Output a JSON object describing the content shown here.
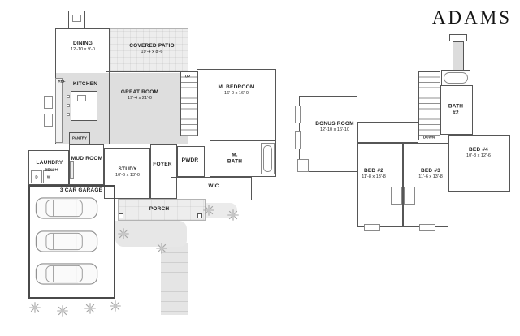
{
  "title": "ADAMS",
  "floor1": {
    "covered_patio": {
      "name": "COVERED PATIO",
      "dims": "19'-4 x 8'-6"
    },
    "dining": {
      "name": "DINING",
      "dims": "12'-10 x 9'-0"
    },
    "kitchen": {
      "name": "KITCHEN"
    },
    "ref": {
      "name": "REF"
    },
    "great_room": {
      "name": "GREAT ROOM",
      "dims": "19'-4 x 21'-0"
    },
    "up": {
      "name": "UP"
    },
    "m_bedroom": {
      "name": "M. BEDROOM",
      "dims": "16'-0 x 16'-0"
    },
    "pantry": {
      "name": "PANTRY"
    },
    "mud_room": {
      "name": "MUD ROOM"
    },
    "laundry": {
      "name": "LAUNDRY"
    },
    "bench": {
      "name": "BENCH"
    },
    "dryer": {
      "name": "D"
    },
    "washer": {
      "name": "W"
    },
    "study": {
      "name": "STUDY",
      "dims": "10'-6 x 13'-0"
    },
    "foyer": {
      "name": "FOYER"
    },
    "pwdr": {
      "name": "PWDR"
    },
    "m_bath": {
      "name": "M. BATH"
    },
    "wic": {
      "name": "WIC"
    },
    "garage": {
      "name": "3 CAR GARAGE"
    },
    "porch": {
      "name": "PORCH"
    }
  },
  "floor2": {
    "bonus_room": {
      "name": "BONUS ROOM",
      "dims": "12'-10 x 16'-10"
    },
    "down": {
      "name": "DOWN"
    },
    "bath_2": {
      "name": "BATH #2"
    },
    "bed_2": {
      "name": "BED #2",
      "dims": "11'-8 x 13'-8"
    },
    "bed_3": {
      "name": "BED #3",
      "dims": "11'-6 x 13'-8"
    },
    "bed_4": {
      "name": "BED #4",
      "dims": "10'-8 x 12'-6"
    }
  },
  "colors": {
    "wall": "#565656",
    "open_area_shade": "#dedede",
    "patio_shade": "#ededed",
    "paving": "#e7e7e7"
  }
}
